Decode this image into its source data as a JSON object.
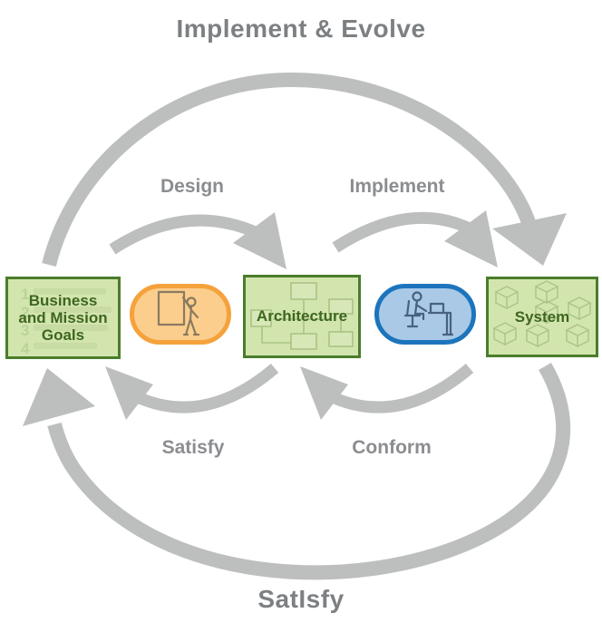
{
  "diagram": {
    "top_title": "Implement & Evolve",
    "bottom_title": "SatIsfy",
    "arrows": {
      "design": "Design",
      "implement": "Implement",
      "satisfy": "Satisfy",
      "conform": "Conform"
    },
    "nodes": {
      "business": "Business and Mission Goals",
      "architecture": "Architecture",
      "system": "System"
    },
    "icons": {
      "orange_pill": "presenter-at-whiteboard-icon",
      "blue_pill": "developer-at-computer-icon"
    },
    "colors": {
      "arrow_gray": "#BDBFBE",
      "label_gray": "#8B8D90",
      "title_gray": "#7D8083",
      "node_fill": "#D3E5AF",
      "node_border": "#4A7D2B",
      "node_text": "#3D661F",
      "orange_border": "#F5A23C",
      "orange_fill": "#FBCE8D",
      "blue_border": "#1C75BC",
      "blue_fill": "#A9C9E7"
    }
  }
}
